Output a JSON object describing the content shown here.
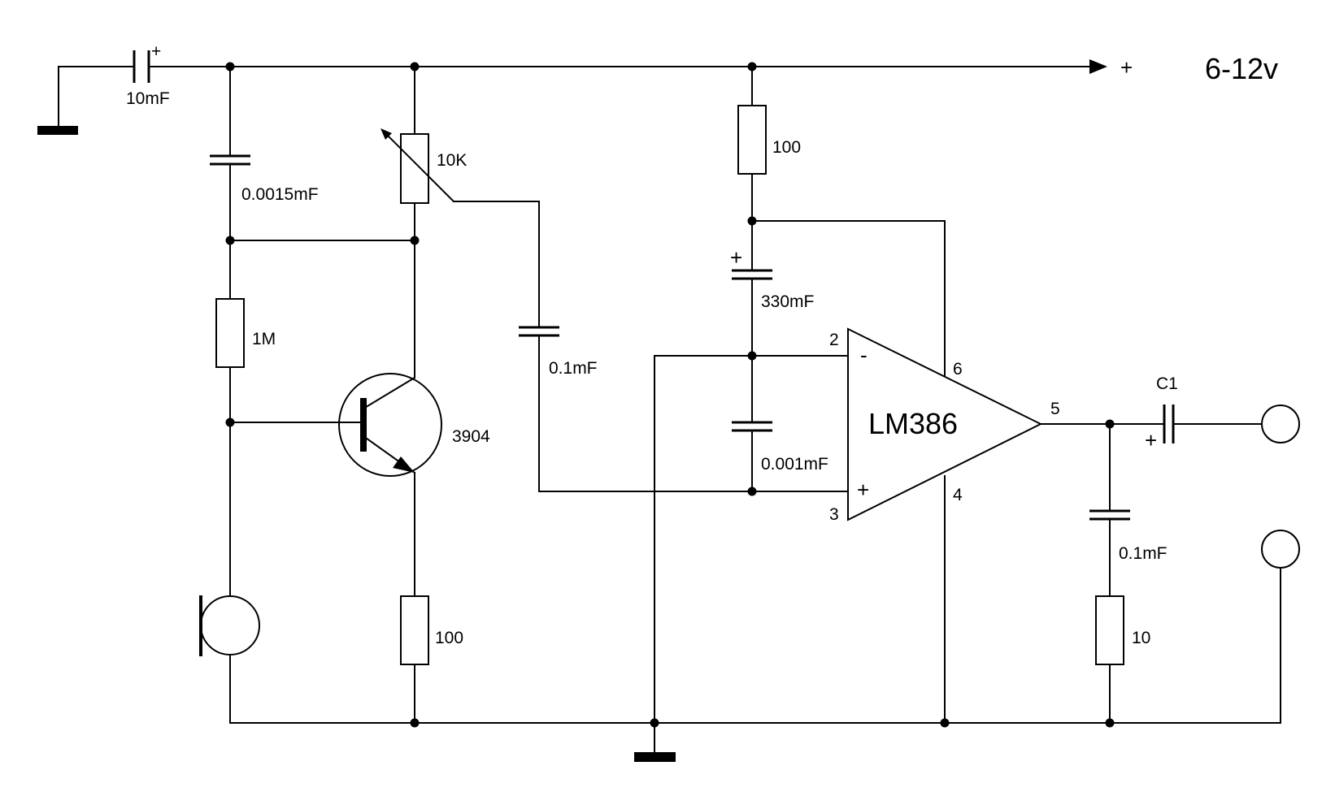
{
  "supply": {
    "sign": "+",
    "voltage": "6-12v"
  },
  "components": {
    "c_input": {
      "value": "10mF",
      "polarity": "+"
    },
    "c_feedback": {
      "value": "0.0015mF"
    },
    "r_bias": {
      "value": "1M"
    },
    "pot": {
      "value": "10K"
    },
    "transistor": {
      "value": "3904"
    },
    "r_emitter": {
      "value": "100"
    },
    "c_coupling": {
      "value": "0.1mF"
    },
    "r_supply": {
      "value": "100"
    },
    "c_supply": {
      "value": "330mF",
      "polarity": "+"
    },
    "c_input_filter": {
      "value": "0.001mF"
    },
    "amp": {
      "name": "LM386",
      "inv_sign": "-",
      "noninv_sign": "+",
      "pins": {
        "inv": "2",
        "noninv": "3",
        "gain": "6",
        "gnd": "4",
        "out": "5"
      }
    },
    "c_output": {
      "name": "C1",
      "polarity": "+"
    },
    "c_zobel": {
      "value": "0.1mF"
    },
    "r_zobel": {
      "value": "10"
    }
  }
}
